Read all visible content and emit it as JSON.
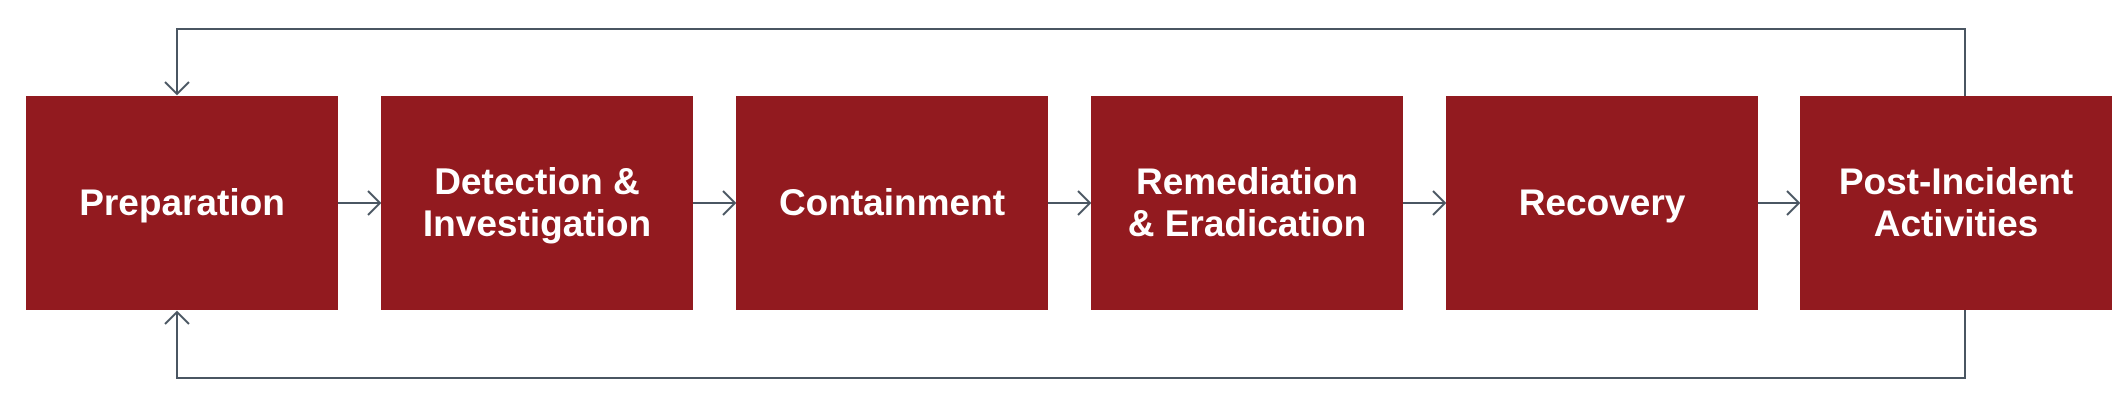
{
  "diagram": {
    "steps": [
      {
        "label": "Preparation"
      },
      {
        "label": "Detection &\nInvestigation"
      },
      {
        "label": "Containment"
      },
      {
        "label": "Remediation\n& Eradication"
      },
      {
        "label": "Recovery"
      },
      {
        "label": "Post-Incident\nActivities"
      }
    ],
    "colors": {
      "box_fill": "#921a1f",
      "box_text": "#ffffff",
      "connector": "#4a5662"
    }
  }
}
